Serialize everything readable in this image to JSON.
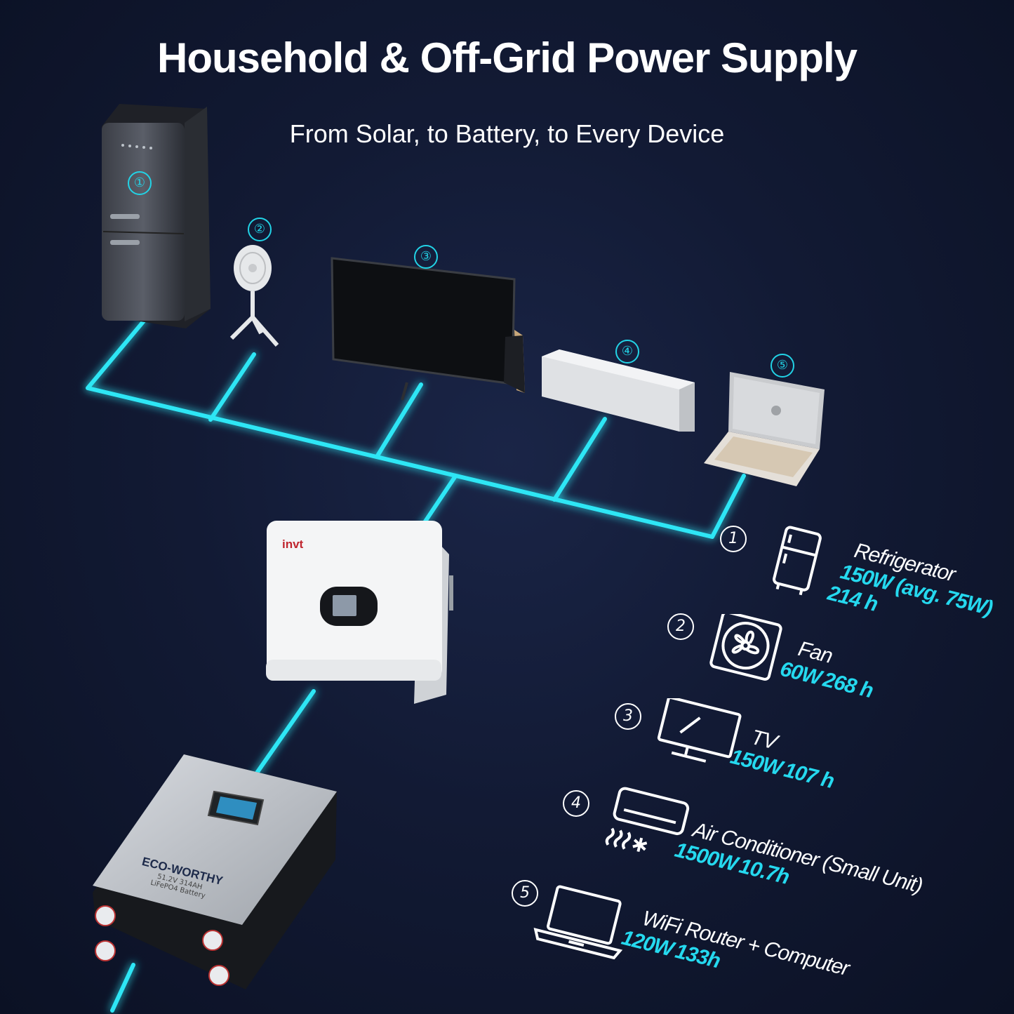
{
  "title": "Household & Off-Grid Power Supply",
  "subtitle": "From Solar, to Battery, to Every Device",
  "accent_color": "#25d9ef",
  "appliance_markers": [
    "①",
    "②",
    "③",
    "④",
    "⑤"
  ],
  "inverter": {
    "brand": "invt"
  },
  "battery": {
    "brand": "ECO-WORTHY",
    "spec_line1": "51.2V 314AH",
    "spec_line2": "LiFePO4 Battery"
  },
  "devices": [
    {
      "marker": "1",
      "icon": "refrigerator-icon",
      "name": "Refrigerator",
      "power": "150W (avg. 75W)",
      "duration": "214 h"
    },
    {
      "marker": "2",
      "icon": "fan-icon",
      "name": "Fan",
      "power": "60W",
      "duration": "268 h"
    },
    {
      "marker": "3",
      "icon": "tv-icon",
      "name": "TV",
      "power": "150W",
      "duration": "107 h"
    },
    {
      "marker": "4",
      "icon": "air-conditioner-icon",
      "name": "Air Conditioner (Small Unit)",
      "power": "1500W",
      "duration": "10.7h"
    },
    {
      "marker": "5",
      "icon": "laptop-icon",
      "name": "WiFi Router + Computer",
      "power": "120W",
      "duration": "133h"
    }
  ]
}
